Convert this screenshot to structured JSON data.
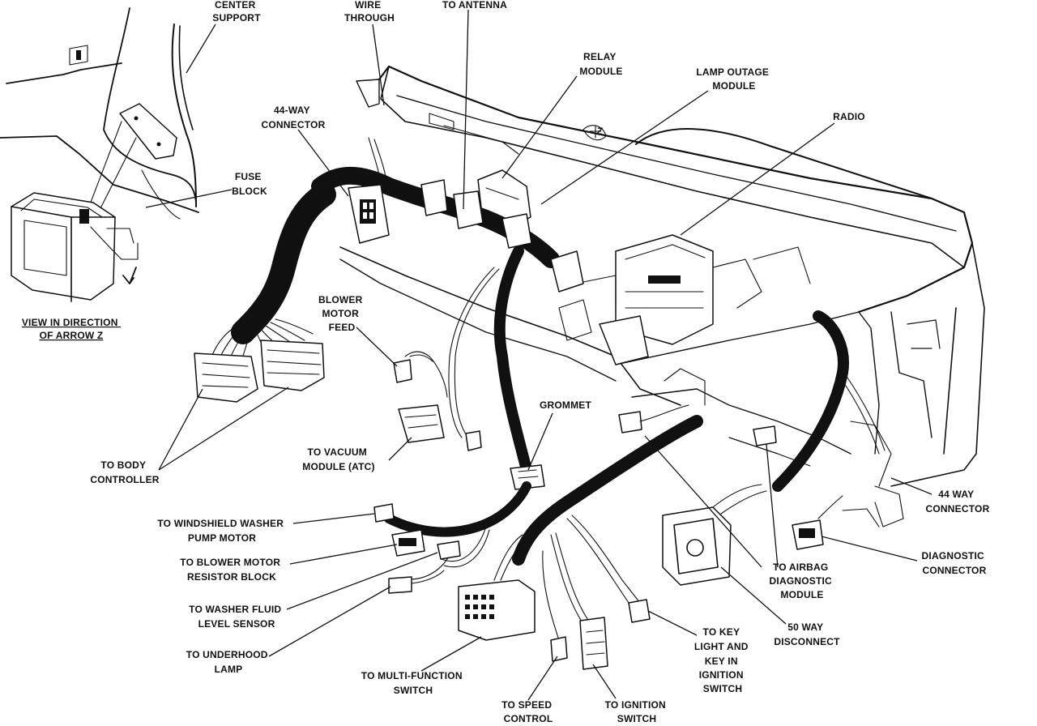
{
  "labels": {
    "center_support": [
      "CENTER",
      "SUPPORT"
    ],
    "wire_through": [
      "WIRE",
      "THROUGH"
    ],
    "to_antenna": [
      "TO ANTENNA"
    ],
    "relay_module": [
      "RELAY",
      "MODULE"
    ],
    "lamp_outage_module": [
      "LAMP OUTAGE",
      "MODULE"
    ],
    "radio": [
      "RADIO"
    ],
    "connector_44way_left": [
      "44-WAY",
      "CONNECTOR"
    ],
    "fuse_block": [
      "FUSE",
      "BLOCK"
    ],
    "view_arrow_z": [
      "VIEW IN DIRECTION",
      "OF ARROW Z"
    ],
    "blower_motor_feed": [
      "BLOWER",
      "MOTOR",
      "FEED"
    ],
    "grommet": [
      "GROMMET"
    ],
    "to_vacuum_module": [
      "TO VACUUM",
      "MODULE (ATC)"
    ],
    "to_body_controller": [
      "TO BODY",
      "CONTROLLER"
    ],
    "to_windshield_washer": [
      "TO WINDSHIELD WASHER",
      "PUMP MOTOR"
    ],
    "to_blower_resistor": [
      "TO BLOWER MOTOR",
      "RESISTOR BLOCK"
    ],
    "to_washer_fluid": [
      "TO WASHER FLUID",
      "LEVEL SENSOR"
    ],
    "to_underhood_lamp": [
      "TO UNDERHOOD",
      "LAMP"
    ],
    "to_multifunction_switch": [
      "TO MULTI-FUNCTION",
      "SWITCH"
    ],
    "to_speed_control": [
      "TO SPEED",
      "CONTROL"
    ],
    "to_ignition_switch": [
      "TO IGNITION",
      "SWITCH"
    ],
    "to_key_light": [
      "TO KEY",
      "LIGHT AND",
      "KEY IN",
      "IGNITION",
      "SWITCH"
    ],
    "way50_disconnect": [
      "50 WAY",
      "DISCONNECT"
    ],
    "to_airbag_module": [
      "TO AIRBAG",
      "DIAGNOSTIC",
      "MODULE"
    ],
    "diagnostic_connector": [
      "DIAGNOSTIC",
      "CONNECTOR"
    ],
    "connector_44way_right": [
      "44 WAY",
      "CONNECTOR"
    ]
  },
  "arrow_marker": "Z"
}
